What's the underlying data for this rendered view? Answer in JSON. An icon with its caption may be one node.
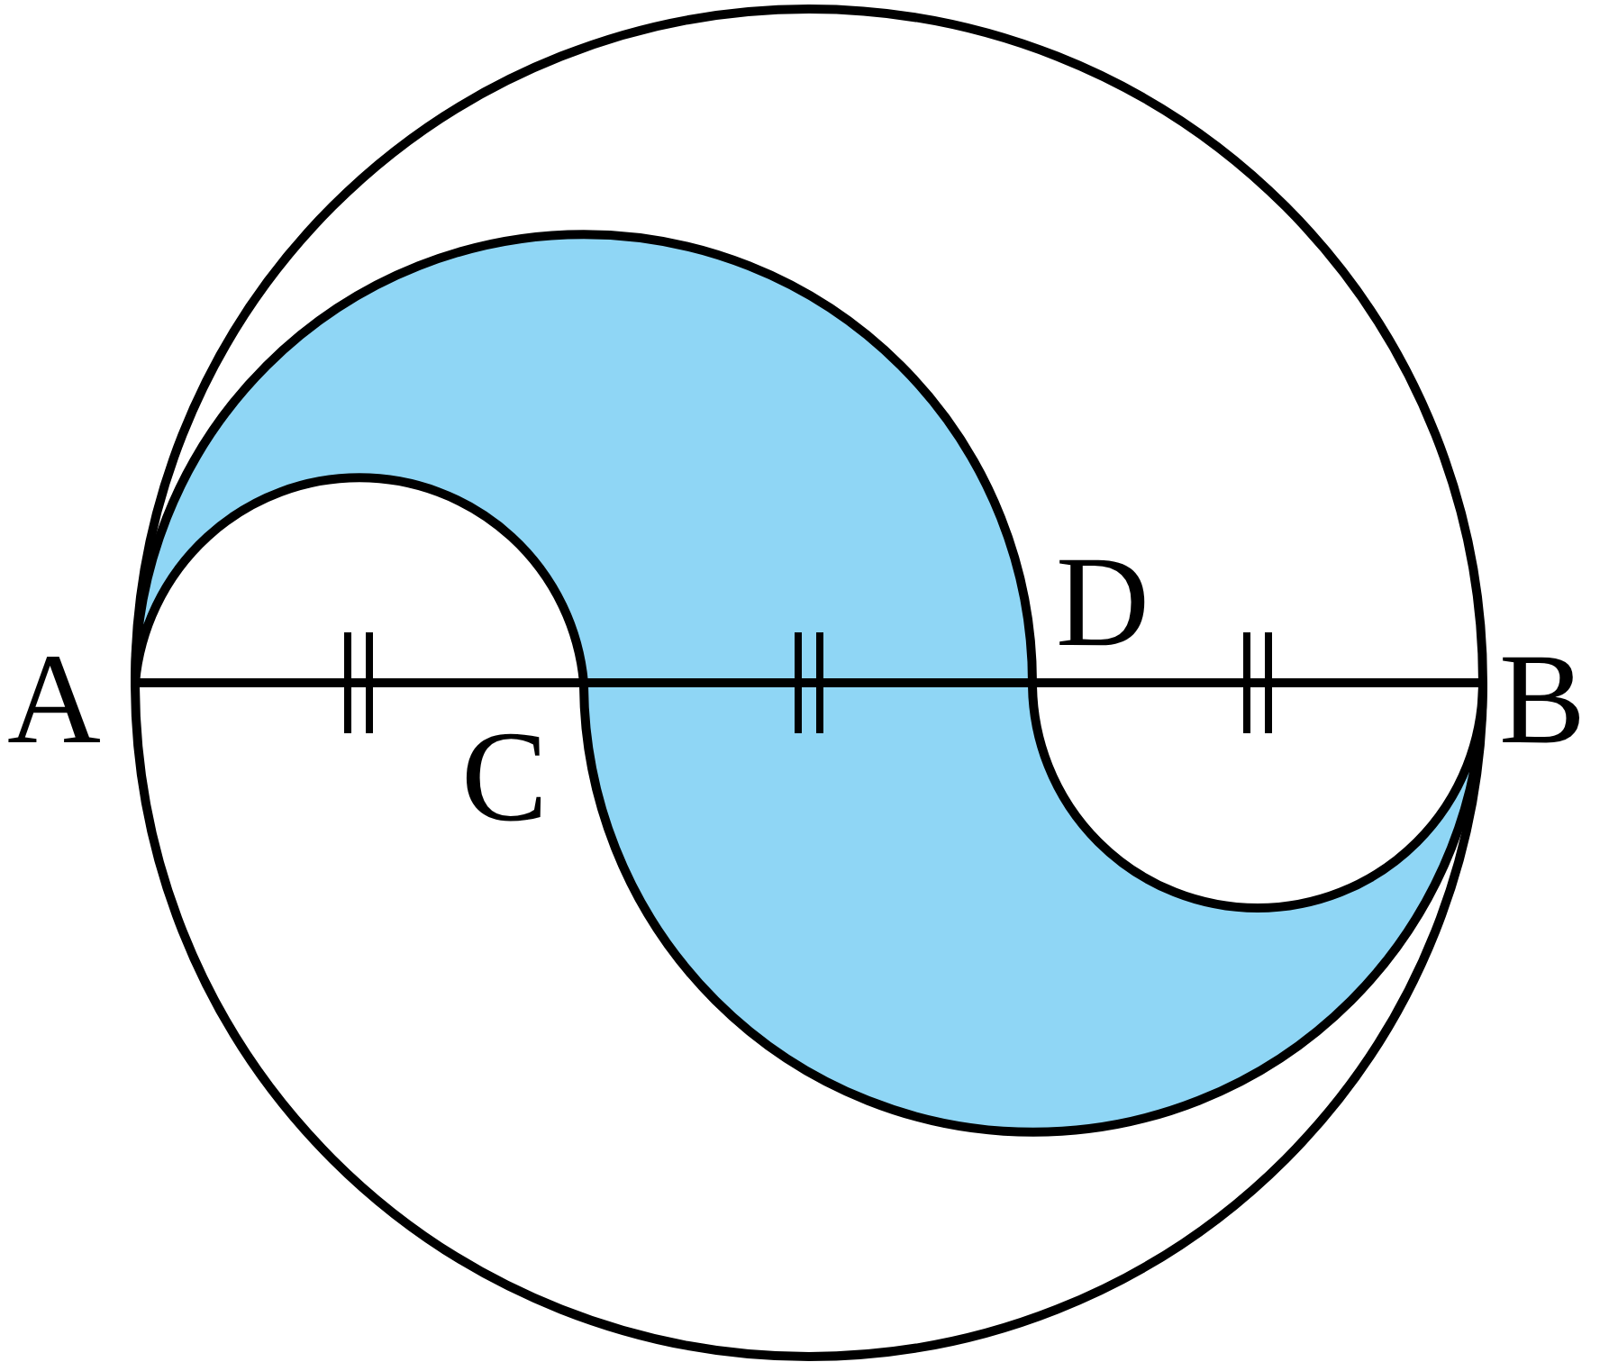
{
  "diagram": {
    "labels": [
      "D",
      "A",
      "B",
      "C"
    ]
  }
}
